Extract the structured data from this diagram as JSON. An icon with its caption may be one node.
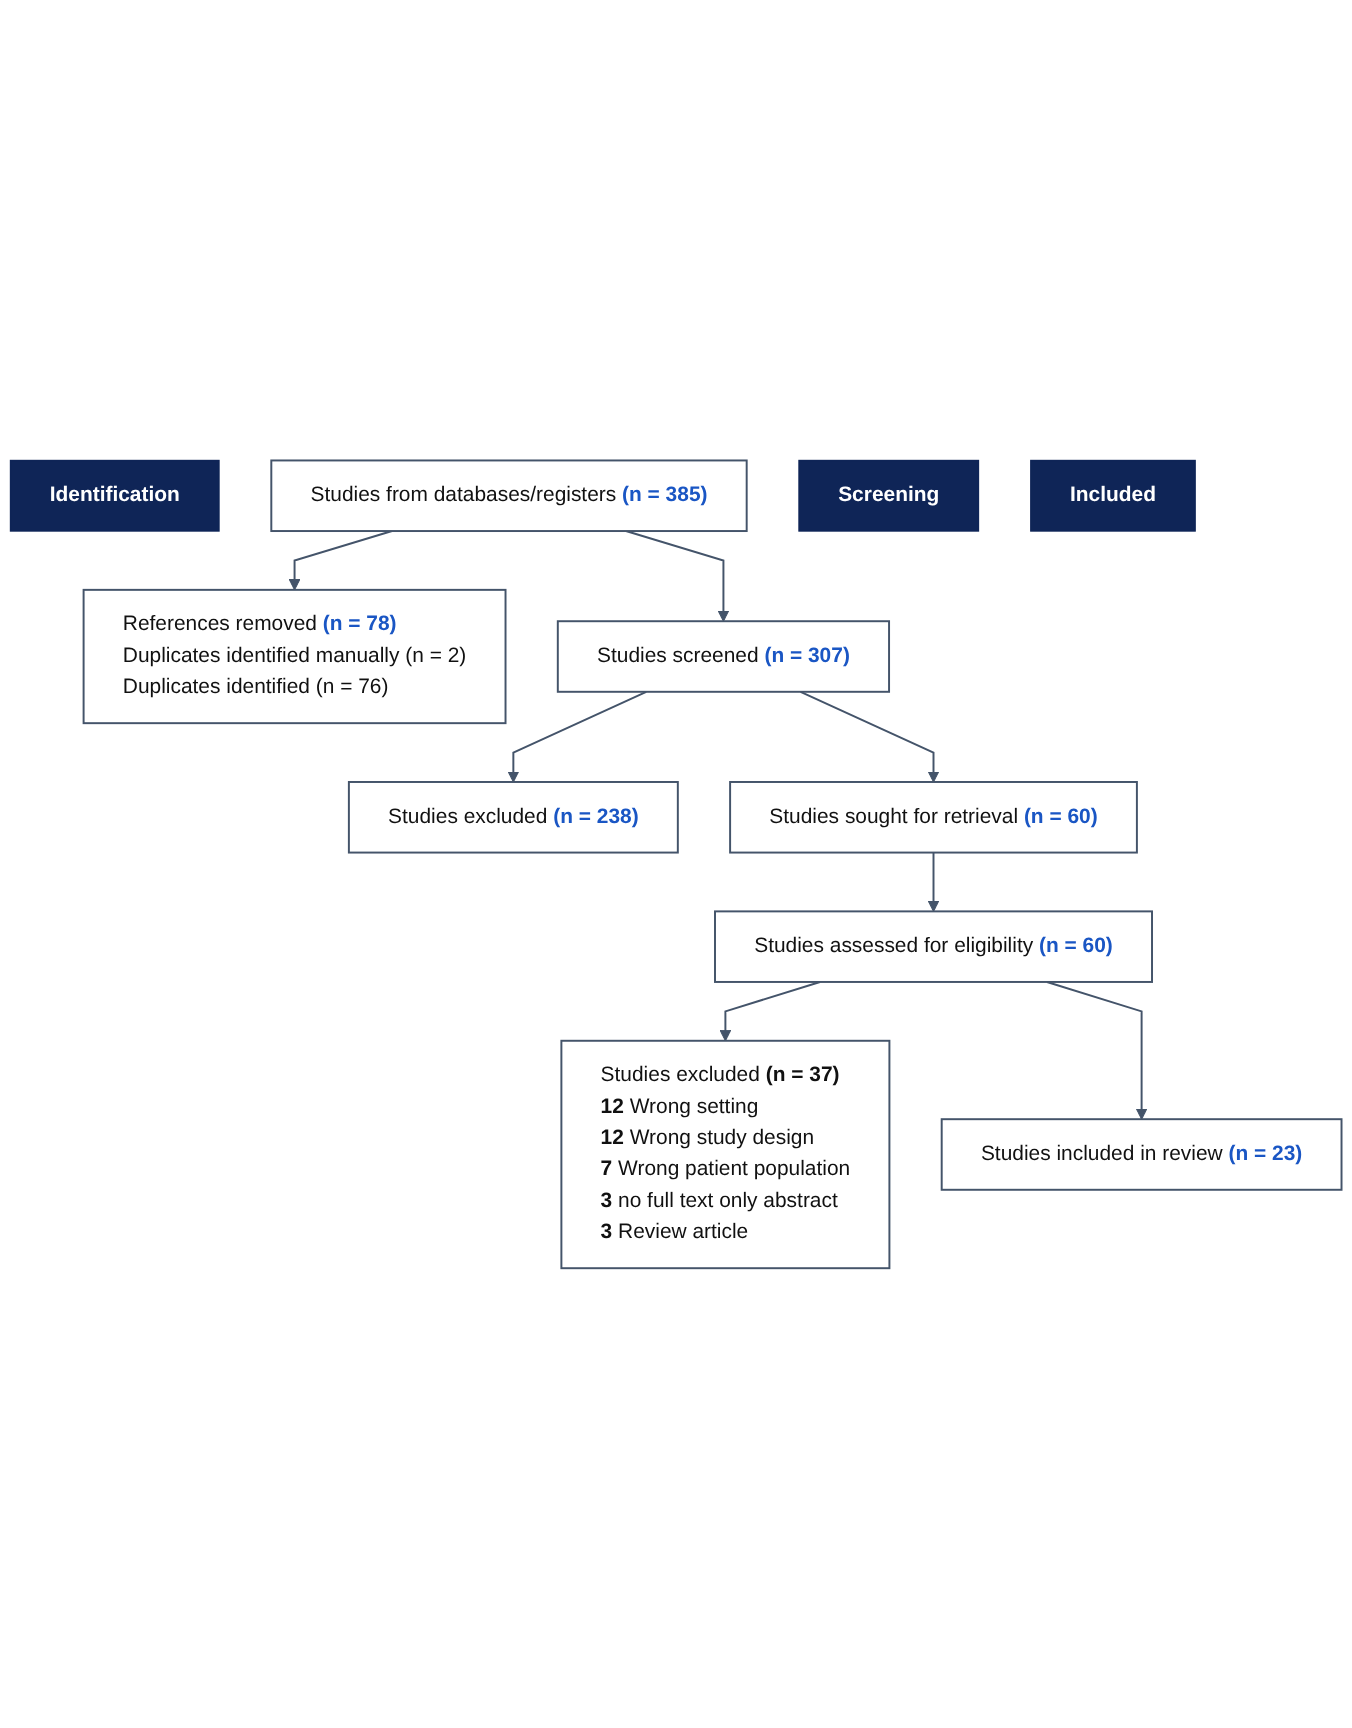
{
  "diagram": {
    "nodes": [
      {
        "text": [
          "Identification"
        ]
      },
      {
        "text": [
          "Studies from databases/registers **(n = 385)**"
        ]
      },
      {
        "text": [
          "References removed **(n = 78)**",
          "Duplicates identified manually (n = 2)",
          "Duplicates identified (n = 76)"
        ]
      },
      {
        "text": [
          "Screening"
        ]
      },
      {
        "text": [
          "Studies screened **(n = 307)**"
        ]
      },
      {
        "text": [
          "Studies excluded **(n = 238)**"
        ]
      },
      {
        "text": [
          "Studies sought for retrieval **(n = 60)**"
        ]
      },
      {
        "text": [
          "Studies assessed for eligibility **(n = 60)**"
        ]
      },
      {
        "text": [
          "Studies excluded **(n = 37)**",
          "**12** Wrong setting",
          "**12** Wrong study design",
          "**7** Wrong patient population",
          "**3** no full text only abstract",
          "**3** Review article"
        ]
      },
      {
        "text": [
          "Included"
        ]
      },
      {
        "text": [
          "Studies included in review **(n = 23)**"
        ]
      }
    ],
    "edges": [
      {
        "from": 1,
        "to": 4,
        "arrow": "to"
      },
      {
        "from": 1,
        "to": 2,
        "arrow": "to"
      },
      {
        "from": 4,
        "to": 5,
        "arrow": "to"
      },
      {
        "from": 4,
        "to": 6,
        "arrow": "to"
      },
      {
        "from": 6,
        "to": 7,
        "arrow": "to"
      },
      {
        "from": 7,
        "to": 8,
        "arrow": "to"
      },
      {
        "from": 7,
        "to": 10,
        "arrow": "to"
      }
    ]
  }
}
